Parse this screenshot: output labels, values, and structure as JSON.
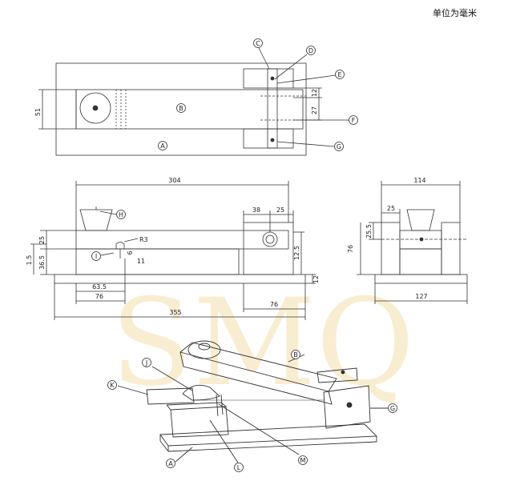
{
  "unit_note": "单位为毫米",
  "watermark": "SMQ",
  "callouts": {
    "A": "A",
    "B": "B",
    "C": "C",
    "D": "D",
    "E": "E",
    "F": "F",
    "G": "G",
    "H": "H",
    "I": "I",
    "J": "J",
    "K": "K",
    "L": "L",
    "M": "M"
  },
  "front_view": {
    "dim_304": "304",
    "dim_38": "38",
    "dim_25": "25",
    "dim_r3": "R3",
    "dim_25_left": "25",
    "dim_1_5": "1.5",
    "dim_36_5": "36.5",
    "dim_6": "6",
    "dim_11": "11",
    "dim_12_5": "12.5",
    "dim_12": "12",
    "dim_63_5": "63.5",
    "dim_76_left": "76",
    "dim_76_right": "76",
    "dim_355": "355"
  },
  "top_view": {
    "dim_51": "51",
    "dim_12": "12",
    "dim_27": "27"
  },
  "side_view": {
    "dim_114": "114",
    "dim_25": "25",
    "dim_25_5": "25.5",
    "dim_76": "76",
    "dim_127": "127"
  }
}
